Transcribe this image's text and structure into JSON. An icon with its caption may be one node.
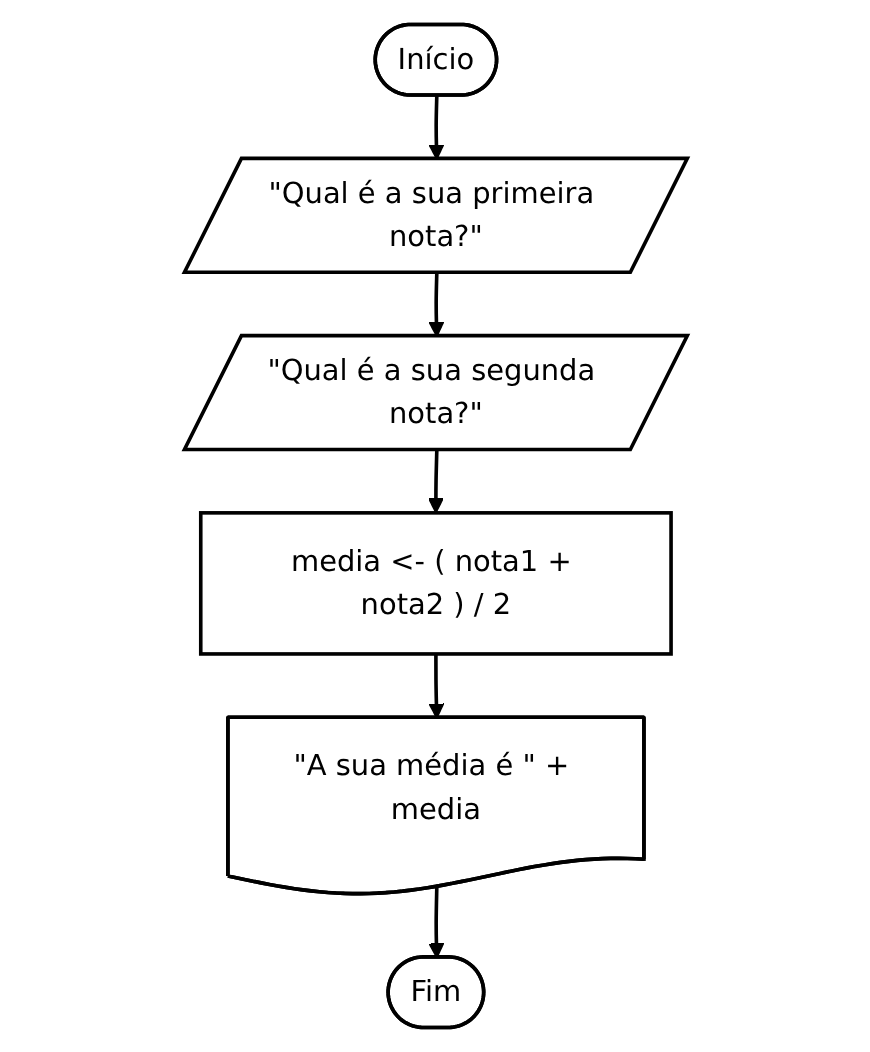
{
  "diagram": {
    "nodes": [
      {
        "text": [
          "Início"
        ]
      },
      {
        "text": [
          "\"Qual é a sua primeira nota?\""
        ]
      },
      {
        "text": [
          "\"Qual é a sua segunda nota?\""
        ]
      },
      {
        "text": [
          "media <- ( nota1 + nota2 ) / 2"
        ]
      },
      {
        "text": [
          "\"A sua média é \" + media"
        ]
      },
      {
        "text": [
          "Fim"
        ]
      }
    ],
    "edges": [
      {
        "from": 0,
        "to": 1,
        "arrow": "to"
      },
      {
        "from": 1,
        "to": 2,
        "arrow": "to"
      },
      {
        "from": 2,
        "to": 3,
        "arrow": "to"
      },
      {
        "from": 3,
        "to": 4,
        "arrow": "to"
      },
      {
        "from": 4,
        "to": 5,
        "arrow": "to"
      }
    ]
  }
}
